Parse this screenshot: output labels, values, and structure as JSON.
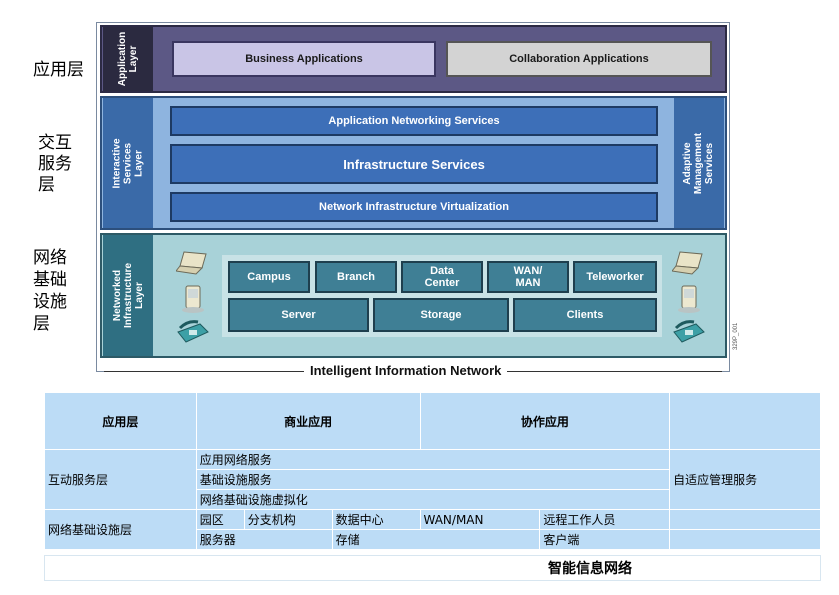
{
  "left_labels": {
    "app": "应用层",
    "interactive": "交互\n服务\n层",
    "network": "网络\n基础\n设施\n层"
  },
  "diagram": {
    "application_layer": {
      "side_label": "Application\nLayer",
      "business": "Business Applications",
      "collaboration": "Collaboration Applications"
    },
    "interactive_layer": {
      "side_label": "Interactive Services\nLayer",
      "app_networking": "Application Networking Services",
      "infrastructure": "Infrastructure Services",
      "virtualization": "Network Infrastructure Virtualization",
      "adaptive": "Adaptive Management\nServices"
    },
    "network_layer": {
      "side_label": "Networked\nInfrastructure Layer",
      "row1": [
        "Campus",
        "Branch",
        "Data\nCenter",
        "WAN/\nMAN",
        "Teleworker"
      ],
      "row2": [
        "Server",
        "Storage",
        "Clients"
      ]
    },
    "footer": "Intelligent Information Network",
    "figure_id": "329P_001",
    "colors": {
      "app_bg": "#5c5885",
      "interactive_bg": "#8eb4df",
      "network_bg": "#a8d2d8",
      "bar_blue": "#3d6fb8",
      "box_teal": "#3f7f95"
    }
  },
  "table": {
    "header": {
      "col1": "应用层",
      "col2": "商业应用",
      "col3": "协作应用"
    },
    "interactive": {
      "label": "互动服务层",
      "items": [
        "应用网络服务",
        "基础设施服务",
        "网络基础设施虚拟化"
      ],
      "adaptive": "自适应管理服务"
    },
    "network": {
      "label": "网络基础设施层",
      "row1": [
        "园区",
        "分支机构",
        "数据中心",
        "WAN/MAN",
        "远程工作人员"
      ],
      "row2": [
        "服务器",
        "存储",
        "客户端"
      ]
    },
    "footer": "智能信息网络"
  }
}
